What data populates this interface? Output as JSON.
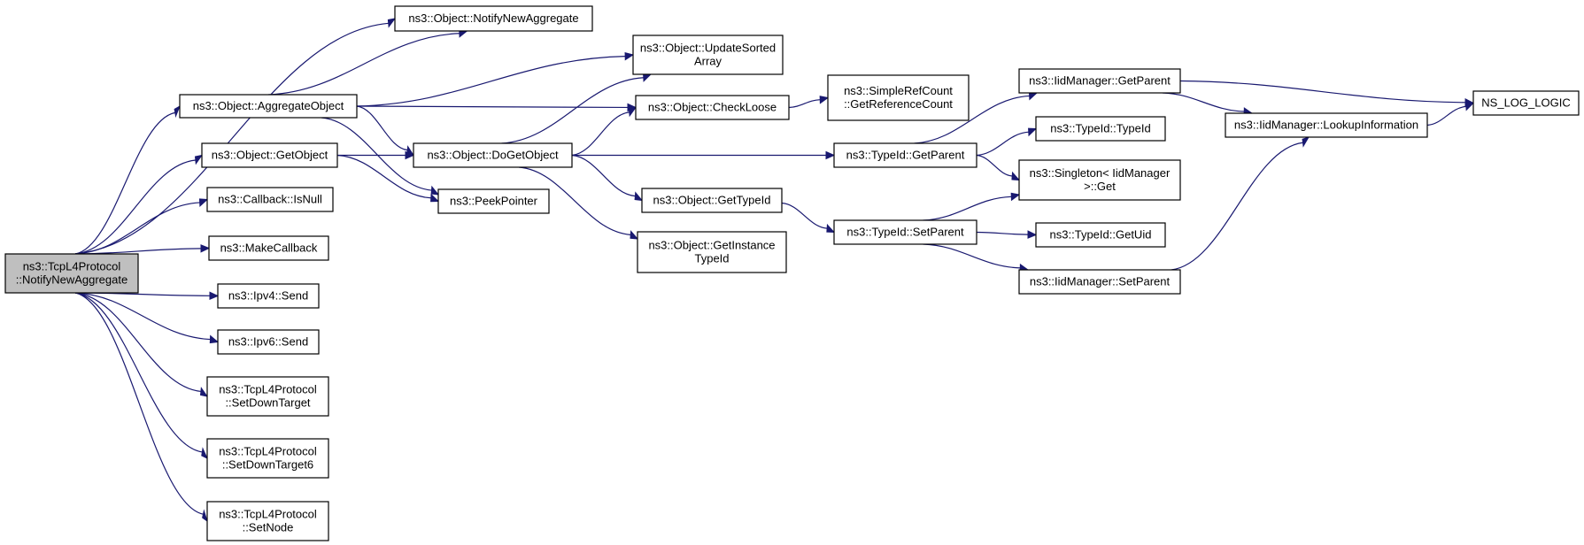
{
  "graph": {
    "nodes": [
      {
        "id": "root",
        "lines": [
          "ns3::TcpL4Protocol",
          "::NotifyNewAggregate"
        ],
        "highlight": true
      },
      {
        "id": "obj_notify",
        "lines": [
          "ns3::Object::NotifyNewAggregate"
        ]
      },
      {
        "id": "aggregate",
        "lines": [
          "ns3::Object::AggregateObject"
        ]
      },
      {
        "id": "getobject",
        "lines": [
          "ns3::Object::GetObject"
        ]
      },
      {
        "id": "isnull",
        "lines": [
          "ns3::Callback::IsNull"
        ]
      },
      {
        "id": "makecallback",
        "lines": [
          "ns3::MakeCallback"
        ]
      },
      {
        "id": "ipv4send",
        "lines": [
          "ns3::Ipv4::Send"
        ]
      },
      {
        "id": "ipv6send",
        "lines": [
          "ns3::Ipv6::Send"
        ]
      },
      {
        "id": "setdowntarget",
        "lines": [
          "ns3::TcpL4Protocol",
          "::SetDownTarget"
        ]
      },
      {
        "id": "setdowntarget6",
        "lines": [
          "ns3::TcpL4Protocol",
          "::SetDownTarget6"
        ]
      },
      {
        "id": "setnode",
        "lines": [
          "ns3::TcpL4Protocol",
          "::SetNode"
        ]
      },
      {
        "id": "updatesorted",
        "lines": [
          "ns3::Object::UpdateSorted",
          "Array"
        ]
      },
      {
        "id": "checkloose",
        "lines": [
          "ns3::Object::CheckLoose"
        ]
      },
      {
        "id": "dogetobject",
        "lines": [
          "ns3::Object::DoGetObject"
        ]
      },
      {
        "id": "peekpointer",
        "lines": [
          "ns3::PeekPointer"
        ]
      },
      {
        "id": "gettypeid",
        "lines": [
          "ns3::Object::GetTypeId"
        ]
      },
      {
        "id": "getinstancetypeid",
        "lines": [
          "ns3::Object::GetInstance",
          "TypeId"
        ]
      },
      {
        "id": "getrefcount",
        "lines": [
          "ns3::SimpleRefCount",
          "::GetReferenceCount"
        ]
      },
      {
        "id": "typeid_getparent",
        "lines": [
          "ns3::TypeId::GetParent"
        ]
      },
      {
        "id": "typeid_setparent",
        "lines": [
          "ns3::TypeId::SetParent"
        ]
      },
      {
        "id": "iid_getparent",
        "lines": [
          "ns3::IidManager::GetParent"
        ]
      },
      {
        "id": "typeid_typeid",
        "lines": [
          "ns3::TypeId::TypeId"
        ]
      },
      {
        "id": "singleton_get",
        "lines": [
          "ns3::Singleton< IidManager",
          ">::Get"
        ]
      },
      {
        "id": "typeid_getuid",
        "lines": [
          "ns3::TypeId::GetUid"
        ]
      },
      {
        "id": "iid_setparent",
        "lines": [
          "ns3::IidManager::SetParent"
        ]
      },
      {
        "id": "iid_lookup",
        "lines": [
          "ns3::IidManager::LookupInformation"
        ]
      },
      {
        "id": "ns_log_logic",
        "lines": [
          "NS_LOG_LOGIC"
        ]
      }
    ],
    "edges": [
      [
        "root",
        "obj_notify"
      ],
      [
        "root",
        "aggregate"
      ],
      [
        "root",
        "getobject"
      ],
      [
        "root",
        "isnull"
      ],
      [
        "root",
        "makecallback"
      ],
      [
        "root",
        "ipv4send"
      ],
      [
        "root",
        "ipv6send"
      ],
      [
        "root",
        "setdowntarget"
      ],
      [
        "root",
        "setdowntarget6"
      ],
      [
        "root",
        "setnode"
      ],
      [
        "aggregate",
        "obj_notify"
      ],
      [
        "aggregate",
        "updatesorted"
      ],
      [
        "aggregate",
        "checkloose"
      ],
      [
        "aggregate",
        "dogetobject"
      ],
      [
        "aggregate",
        "peekpointer"
      ],
      [
        "getobject",
        "dogetobject"
      ],
      [
        "getobject",
        "peekpointer"
      ],
      [
        "dogetobject",
        "updatesorted"
      ],
      [
        "dogetobject",
        "checkloose"
      ],
      [
        "dogetobject",
        "typeid_getparent"
      ],
      [
        "dogetobject",
        "gettypeid"
      ],
      [
        "dogetobject",
        "getinstancetypeid"
      ],
      [
        "checkloose",
        "getrefcount"
      ],
      [
        "gettypeid",
        "typeid_setparent"
      ],
      [
        "typeid_getparent",
        "iid_getparent"
      ],
      [
        "typeid_getparent",
        "typeid_typeid"
      ],
      [
        "typeid_getparent",
        "singleton_get"
      ],
      [
        "typeid_setparent",
        "singleton_get"
      ],
      [
        "typeid_setparent",
        "typeid_getuid"
      ],
      [
        "typeid_setparent",
        "iid_setparent"
      ],
      [
        "iid_getparent",
        "ns_log_logic"
      ],
      [
        "iid_getparent",
        "iid_lookup"
      ],
      [
        "iid_setparent",
        "iid_lookup"
      ],
      [
        "iid_lookup",
        "ns_log_logic"
      ]
    ]
  }
}
